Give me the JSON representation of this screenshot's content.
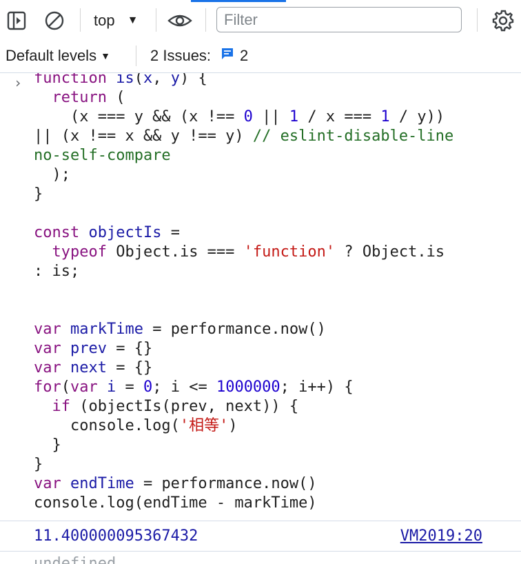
{
  "toolbar": {
    "icons": [
      "sidebar-toggle-icon",
      "clear-console-icon",
      "eye-icon",
      "gear-icon"
    ],
    "context": "top",
    "filter_placeholder": "Filter"
  },
  "filterbar": {
    "levels": "Default levels",
    "issues_label": "2 Issues:",
    "issues_count": "2"
  },
  "code_lines": [
    [
      [
        "kw",
        "function "
      ],
      [
        "var",
        "is"
      ],
      [
        "",
        "("
      ],
      [
        "var",
        "x"
      ],
      [
        "",
        ", "
      ],
      [
        "var",
        "y"
      ],
      [
        "",
        ") {"
      ]
    ],
    [
      [
        "",
        "  "
      ],
      [
        "kw",
        "return"
      ],
      [
        "",
        " ("
      ]
    ],
    [
      [
        "",
        "    (x === y && (x !== "
      ],
      [
        "num",
        "0"
      ],
      [
        "",
        " || "
      ],
      [
        "num",
        "1"
      ],
      [
        "",
        " / x === "
      ],
      [
        "num",
        "1"
      ],
      [
        "",
        " / y))"
      ]
    ],
    [
      [
        "",
        "|| (x !== x && y !== y) "
      ],
      [
        "cmt",
        "// eslint-disable-line"
      ]
    ],
    [
      [
        "cmt",
        "no-self-compare"
      ]
    ],
    [
      [
        "",
        "  );"
      ]
    ],
    [
      [
        "",
        "}"
      ]
    ],
    [
      [
        "",
        ""
      ]
    ],
    [
      [
        "kw",
        "const "
      ],
      [
        "var",
        "objectIs"
      ],
      [
        "",
        " ="
      ]
    ],
    [
      [
        "",
        "  "
      ],
      [
        "kw",
        "typeof"
      ],
      [
        "",
        " Object.is === "
      ],
      [
        "str",
        "'function'"
      ],
      [
        "",
        " ? Object.is"
      ]
    ],
    [
      [
        "",
        ": is;"
      ]
    ],
    [
      [
        "",
        ""
      ]
    ],
    [
      [
        "",
        ""
      ]
    ],
    [
      [
        "kw",
        "var "
      ],
      [
        "var",
        "markTime"
      ],
      [
        "",
        " = performance.now()"
      ]
    ],
    [
      [
        "kw",
        "var "
      ],
      [
        "var",
        "prev"
      ],
      [
        "",
        " = {}"
      ]
    ],
    [
      [
        "kw",
        "var "
      ],
      [
        "var",
        "next"
      ],
      [
        "",
        " = {}"
      ]
    ],
    [
      [
        "kw",
        "for"
      ],
      [
        "",
        "("
      ],
      [
        "kw",
        "var "
      ],
      [
        "var",
        "i"
      ],
      [
        "",
        " = "
      ],
      [
        "num",
        "0"
      ],
      [
        "",
        "; i <= "
      ],
      [
        "num",
        "1000000"
      ],
      [
        "",
        "; i++) {"
      ]
    ],
    [
      [
        "",
        "  "
      ],
      [
        "kw",
        "if"
      ],
      [
        "",
        " (objectIs(prev, next)) {"
      ]
    ],
    [
      [
        "",
        "    console.log("
      ],
      [
        "str",
        "'相等'"
      ],
      [
        "",
        ")"
      ]
    ],
    [
      [
        "",
        "  }"
      ]
    ],
    [
      [
        "",
        "}"
      ]
    ],
    [
      [
        "kw",
        "var "
      ],
      [
        "var",
        "endTime"
      ],
      [
        "",
        " = performance.now()"
      ]
    ],
    [
      [
        "",
        "console.log(endTime - markTime)"
      ]
    ]
  ],
  "result": {
    "value": "11.400000095367432",
    "source": "VM2019:20"
  },
  "partial_line": "undefined"
}
